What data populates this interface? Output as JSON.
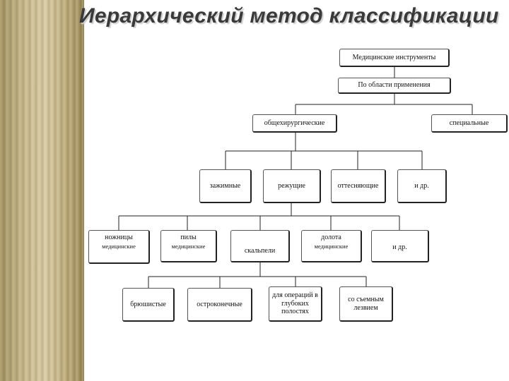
{
  "slide": {
    "title": "Иерархический метод классификации"
  },
  "diagram": {
    "root": "Медицинские инструменты",
    "criterion": "По области применения",
    "groups": {
      "general": "общехирургические",
      "special": "специальные"
    },
    "types": {
      "clamping": "зажимные",
      "cutting": "режущие",
      "retracting": "оттесняющие",
      "etc": "и др."
    },
    "cutting_tools": {
      "scissors_line1": "ножницы",
      "scissors_line2": "медицинские",
      "saws_line1": "пилы",
      "saws_line2": "медицинские",
      "scalpels": "скальпели",
      "chisels_line1": "долота",
      "chisels_line2": "медицинские",
      "etc": "и др."
    },
    "scalpel_kinds": {
      "bellied": "брюшистые",
      "pointed": "остроконечные",
      "deep_ops": "для операций в глубоких полостях",
      "removable_blade": "со съемным лезвием"
    }
  }
}
